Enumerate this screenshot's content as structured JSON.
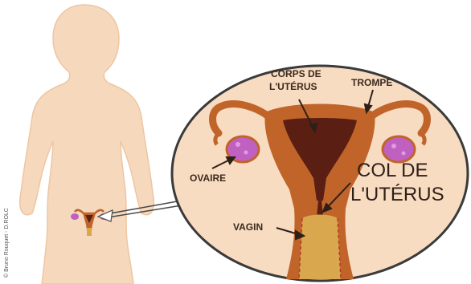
{
  "credit": "© Bruno Rouquet - D.ROLC",
  "labels": {
    "corps_line1": "CORPS DE",
    "corps_line2": "L'UTÉRUS",
    "trompe": "TROMPE",
    "ovaire": "OVAIRE",
    "col_line1": "COL DE",
    "col_line2": "L'UTÉRUS",
    "vagin": "VAGIN"
  },
  "colors": {
    "skin": "#f6d8bd",
    "skin_outline": "#e8b890",
    "panel_fill": "#f8dcc2",
    "panel_border": "#3a3a3a",
    "uterus": "#c0642a",
    "uterus_dark": "#5a1f12",
    "ovary": "#c060c0",
    "vagina_inner": "#d9a84e",
    "text": "#3a2a1e"
  }
}
